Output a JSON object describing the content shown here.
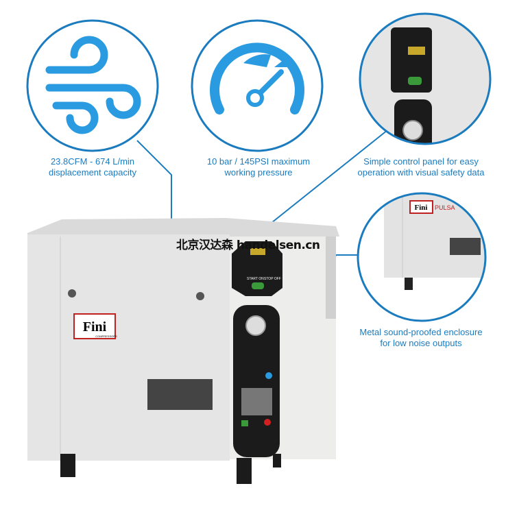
{
  "features": [
    {
      "icon": "wind-icon",
      "caption_line1": "23.8CFM - 674 L/min",
      "caption_line2": "displacement capacity"
    },
    {
      "icon": "gauge-icon",
      "caption_line1": "10 bar / 145PSI maximum",
      "caption_line2": "working pressure"
    },
    {
      "icon": "control-panel-photo",
      "caption_line1": "Simple control panel for easy",
      "caption_line2": "operation with visual safety data"
    },
    {
      "icon": "enclosure-photo",
      "caption_line1": "Metal sound-proofed enclosure",
      "caption_line2": "for low noise outputs"
    }
  ],
  "product": {
    "brand": "Fini",
    "sub_brand": "COMPRESSORS",
    "model_partial": "PULSA",
    "start_label": "START ON",
    "stop_label": "STOP OFF"
  },
  "watermark": "北京汉达森 handelsen.cn",
  "colors": {
    "accent": "#1a7bbf",
    "icon": "#2a9be0",
    "body": "#e6e7e6",
    "panel": "#1b1b1b"
  }
}
